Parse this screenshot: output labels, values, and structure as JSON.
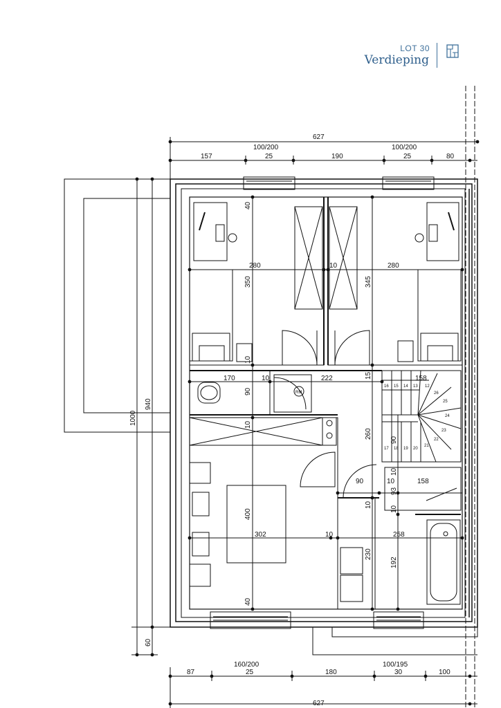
{
  "header": {
    "lot": "LOT 30",
    "floor": "Verdieping",
    "accent_color": "#2f5f8c",
    "icon": "floorplan-icon"
  },
  "dims": {
    "top_total": "627",
    "top_sub": [
      "157",
      "25",
      "190",
      "25",
      "80"
    ],
    "top_win1": "100/200",
    "top_win2": "100/200",
    "bottom_total": "627",
    "bottom_sub": [
      "87",
      "25",
      "180",
      "30",
      "100"
    ],
    "bottom_win1": "160/200",
    "bottom_win2": "100/195",
    "left_1000": "1000",
    "left_940": "940",
    "left_60": "60",
    "w280a": "280",
    "w10a": "10",
    "w280b": "280",
    "h40a": "40",
    "h350": "350",
    "h345": "345",
    "h10a": "10",
    "h15": "15",
    "w170": "170",
    "w10b": "10",
    "w222": "222",
    "w158a": "158",
    "h90a": "90",
    "h10b": "10",
    "h260": "260",
    "h90b": "90",
    "w90": "90",
    "w10c": "10",
    "w158b": "158",
    "h93": "93",
    "h10c": "10",
    "h10d": "10",
    "h10e": "10",
    "h400": "400",
    "w302": "302",
    "w10d": "10",
    "w258": "258",
    "h230": "230",
    "h192": "192",
    "h40b": "40",
    "rm": "RM"
  },
  "stairs": [
    "16",
    "15",
    "14",
    "13",
    "12",
    "26",
    "25",
    "24",
    "23",
    "22",
    "21",
    "20",
    "19",
    "18",
    "17"
  ]
}
